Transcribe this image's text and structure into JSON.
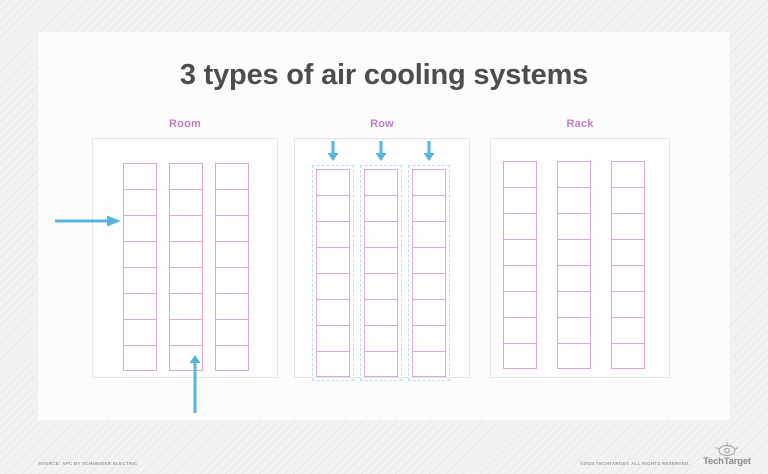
{
  "title": "3 types of air cooling systems",
  "colors": {
    "title": "#4d4d4d",
    "label": "#bd7fbd",
    "rack_outline": "#d9a8d9",
    "airflow_arrow": "#56b4e0",
    "containment_dash": "#b8dff2",
    "panel_border": "#e6e6e6",
    "card_background": "#fcfcfc",
    "page_background": "#f0f0f0"
  },
  "panels": [
    {
      "key": "room",
      "label": "Room",
      "racks": 3,
      "units_per_rack": 8,
      "arrows": [
        {
          "name": "room-supply-arrow-left",
          "direction": "right"
        },
        {
          "name": "room-supply-arrow-bottom",
          "direction": "up"
        }
      ]
    },
    {
      "key": "row",
      "label": "Row",
      "racks": 3,
      "units_per_rack": 8,
      "containment": true,
      "arrows": [
        {
          "name": "row-supply-arrow-1",
          "direction": "down"
        },
        {
          "name": "row-supply-arrow-2",
          "direction": "down"
        },
        {
          "name": "row-supply-arrow-3",
          "direction": "down"
        }
      ]
    },
    {
      "key": "rack",
      "label": "Rack",
      "racks": 3,
      "units_per_rack": 8,
      "per_unit_arrows": true,
      "arrow_direction": "right"
    }
  ],
  "footer": {
    "source": "SOURCE: APC BY SCHNEIDER ELECTRIC",
    "copyright": "©2024 TECHTARGET. ALL RIGHTS RESERVED.",
    "brand": "TechTarget"
  }
}
